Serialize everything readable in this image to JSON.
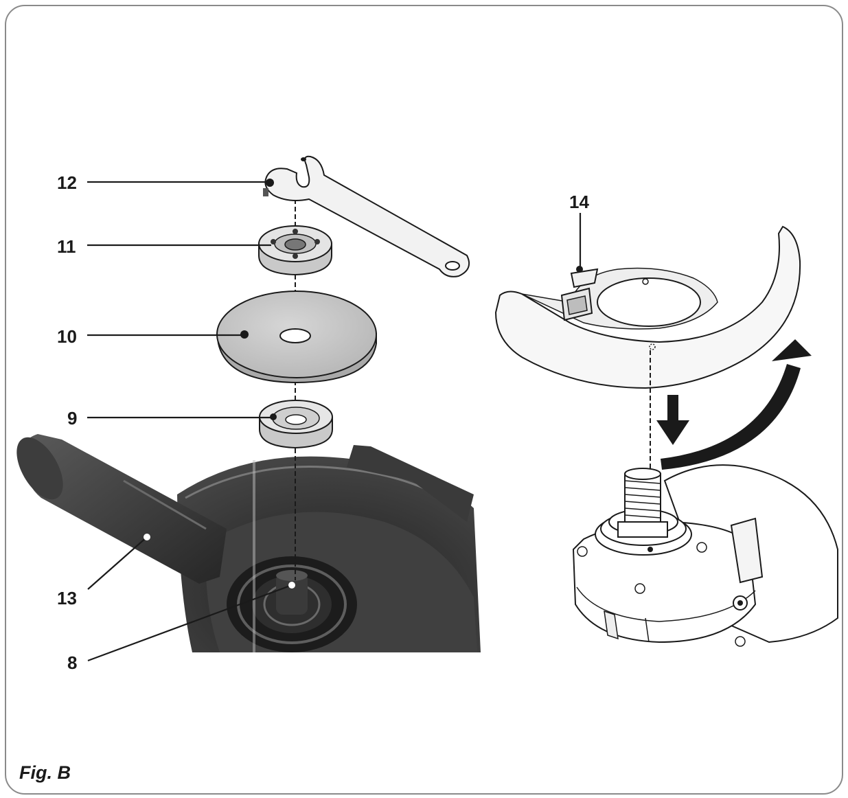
{
  "figure": {
    "caption": "Fig. B",
    "callouts": {
      "c8": "8",
      "c9": "9",
      "c10": "10",
      "c11": "11",
      "c12": "12",
      "c13": "13",
      "c14": "14"
    }
  },
  "colors": {
    "line": "#1a1a1a",
    "photo_dark": "#2b2b2b",
    "part_fill": "#e8e8e8",
    "frame": "#888888"
  }
}
